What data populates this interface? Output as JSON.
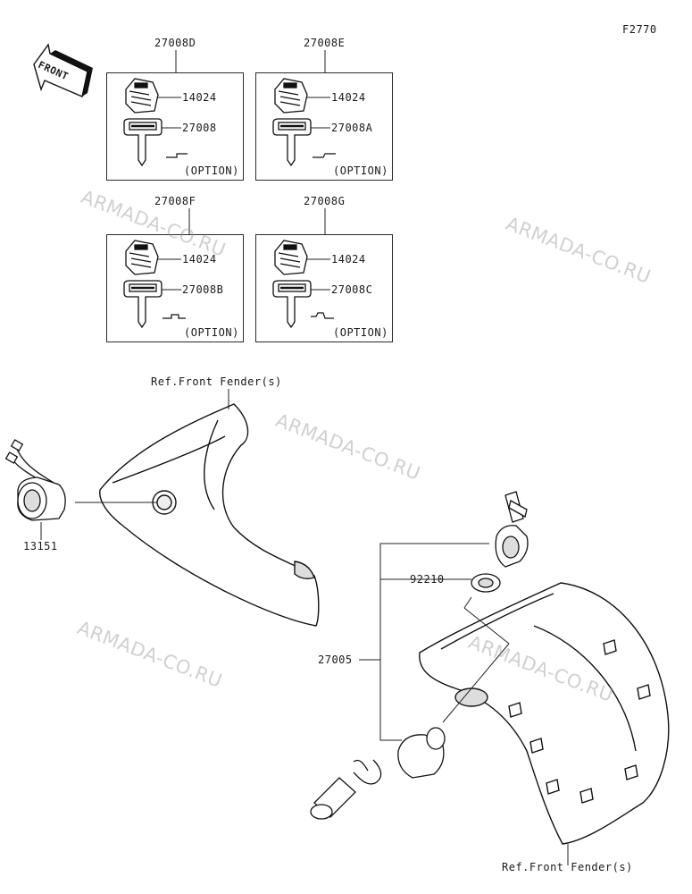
{
  "figure_code": "F2770",
  "direction_label": "FRONT",
  "watermark": "ARMADA-CO.RU",
  "key_sets": [
    {
      "set": "27008D",
      "cap": "14024",
      "key": "27008",
      "option": "(OPTION)"
    },
    {
      "set": "27008E",
      "cap": "14024",
      "key": "27008A",
      "option": "(OPTION)"
    },
    {
      "set": "27008F",
      "cap": "14024",
      "key": "27008B",
      "option": "(OPTION)"
    },
    {
      "set": "27008G",
      "cap": "14024",
      "key": "27008C",
      "option": "(OPTION)"
    }
  ],
  "parts": {
    "harness_part": "13151",
    "nut_part": "92210",
    "switch_assembly": "27005"
  },
  "references": {
    "upper": "Ref.Front Fender(s)",
    "lower": "Ref.Front Fender(s)"
  }
}
